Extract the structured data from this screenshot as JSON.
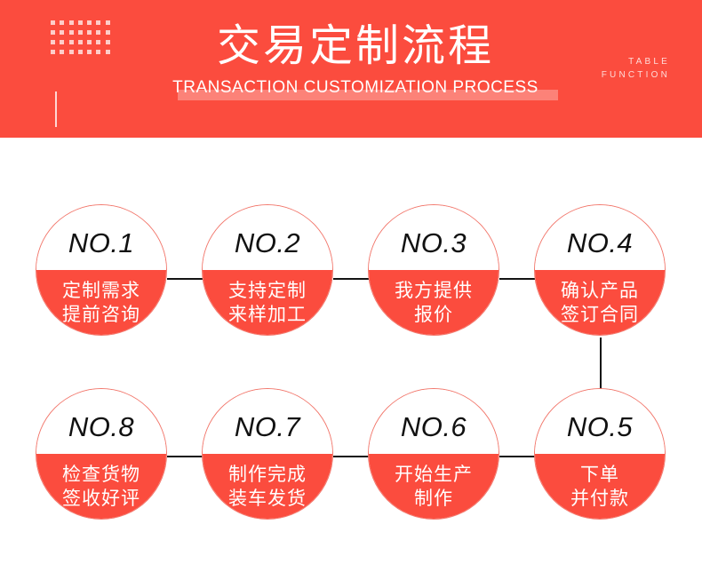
{
  "header": {
    "title_cn": "交易定制流程",
    "subtitle_en": "TRANSACTION CUSTOMIZATION PROCESS",
    "corner_line1": "TABLE",
    "corner_line2": "FUNCTION",
    "background_color": "#fb4c3e",
    "text_color": "#ffffff"
  },
  "flow": {
    "accent_color": "#fb4c3e",
    "connector_color": "#141414",
    "nodes": [
      {
        "number": "NO.1",
        "line1": "定制需求",
        "line2": "提前咨询"
      },
      {
        "number": "NO.2",
        "line1": "支持定制",
        "line2": "来样加工"
      },
      {
        "number": "NO.3",
        "line1": "我方提供",
        "line2": "报价"
      },
      {
        "number": "NO.4",
        "line1": "确认产品",
        "line2": "签订合同"
      },
      {
        "number": "NO.5",
        "line1": "下单",
        "line2": "并付款"
      },
      {
        "number": "NO.6",
        "line1": "开始生产",
        "line2": "制作"
      },
      {
        "number": "NO.7",
        "line1": "制作完成",
        "line2": "装车发货"
      },
      {
        "number": "NO.8",
        "line1": "检查货物",
        "line2": "签收好评"
      }
    ]
  }
}
